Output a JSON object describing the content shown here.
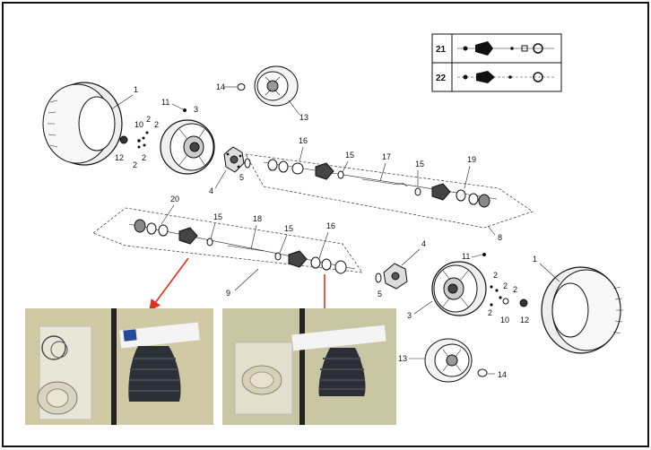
{
  "legend": [
    {
      "number": "21"
    },
    {
      "number": "22"
    }
  ],
  "callouts": {
    "tire_upper": "1",
    "wheel_upper": "3",
    "spare_wheel_upper": "13",
    "nut_upper": "14",
    "bolt_upper_a": "10",
    "bolt_upper_b": "11",
    "washer_upper_a": "2",
    "washer_upper_b": "2",
    "washer_upper_c": "2",
    "cap_upper": "12",
    "hub_upper": "4",
    "spacer_upper": "5",
    "boot_kit_upper": "16",
    "clip_upper": "15",
    "shaft_upper": "17",
    "clip_upper_b": "15",
    "boot_kit_upper_b": "19",
    "assembly_upper": "8",
    "assembly_lower_kit": "20",
    "clip_lower_a": "15",
    "shaft_lower": "18",
    "clip_lower_b": "15",
    "boot_kit_lower": "16",
    "assembly_lower": "9",
    "hub_lower": "4",
    "bolt_lower": "11",
    "spacer_lower": "5",
    "wheel_lower": "3",
    "washer_lower_a": "2",
    "washer_lower_b": "2",
    "washer_lower_c": "2",
    "bolt_lower_b": "10",
    "cap_lower": "12",
    "tire_lower": "1",
    "spare_wheel_lower": "13",
    "nut_lower": "14"
  },
  "photos": [
    {
      "id": "boot-kit-photo-left"
    },
    {
      "id": "boot-kit-photo-right"
    }
  ],
  "colors": {
    "arrow": "#e0301e",
    "photo_bg": "#cfc9a4"
  }
}
